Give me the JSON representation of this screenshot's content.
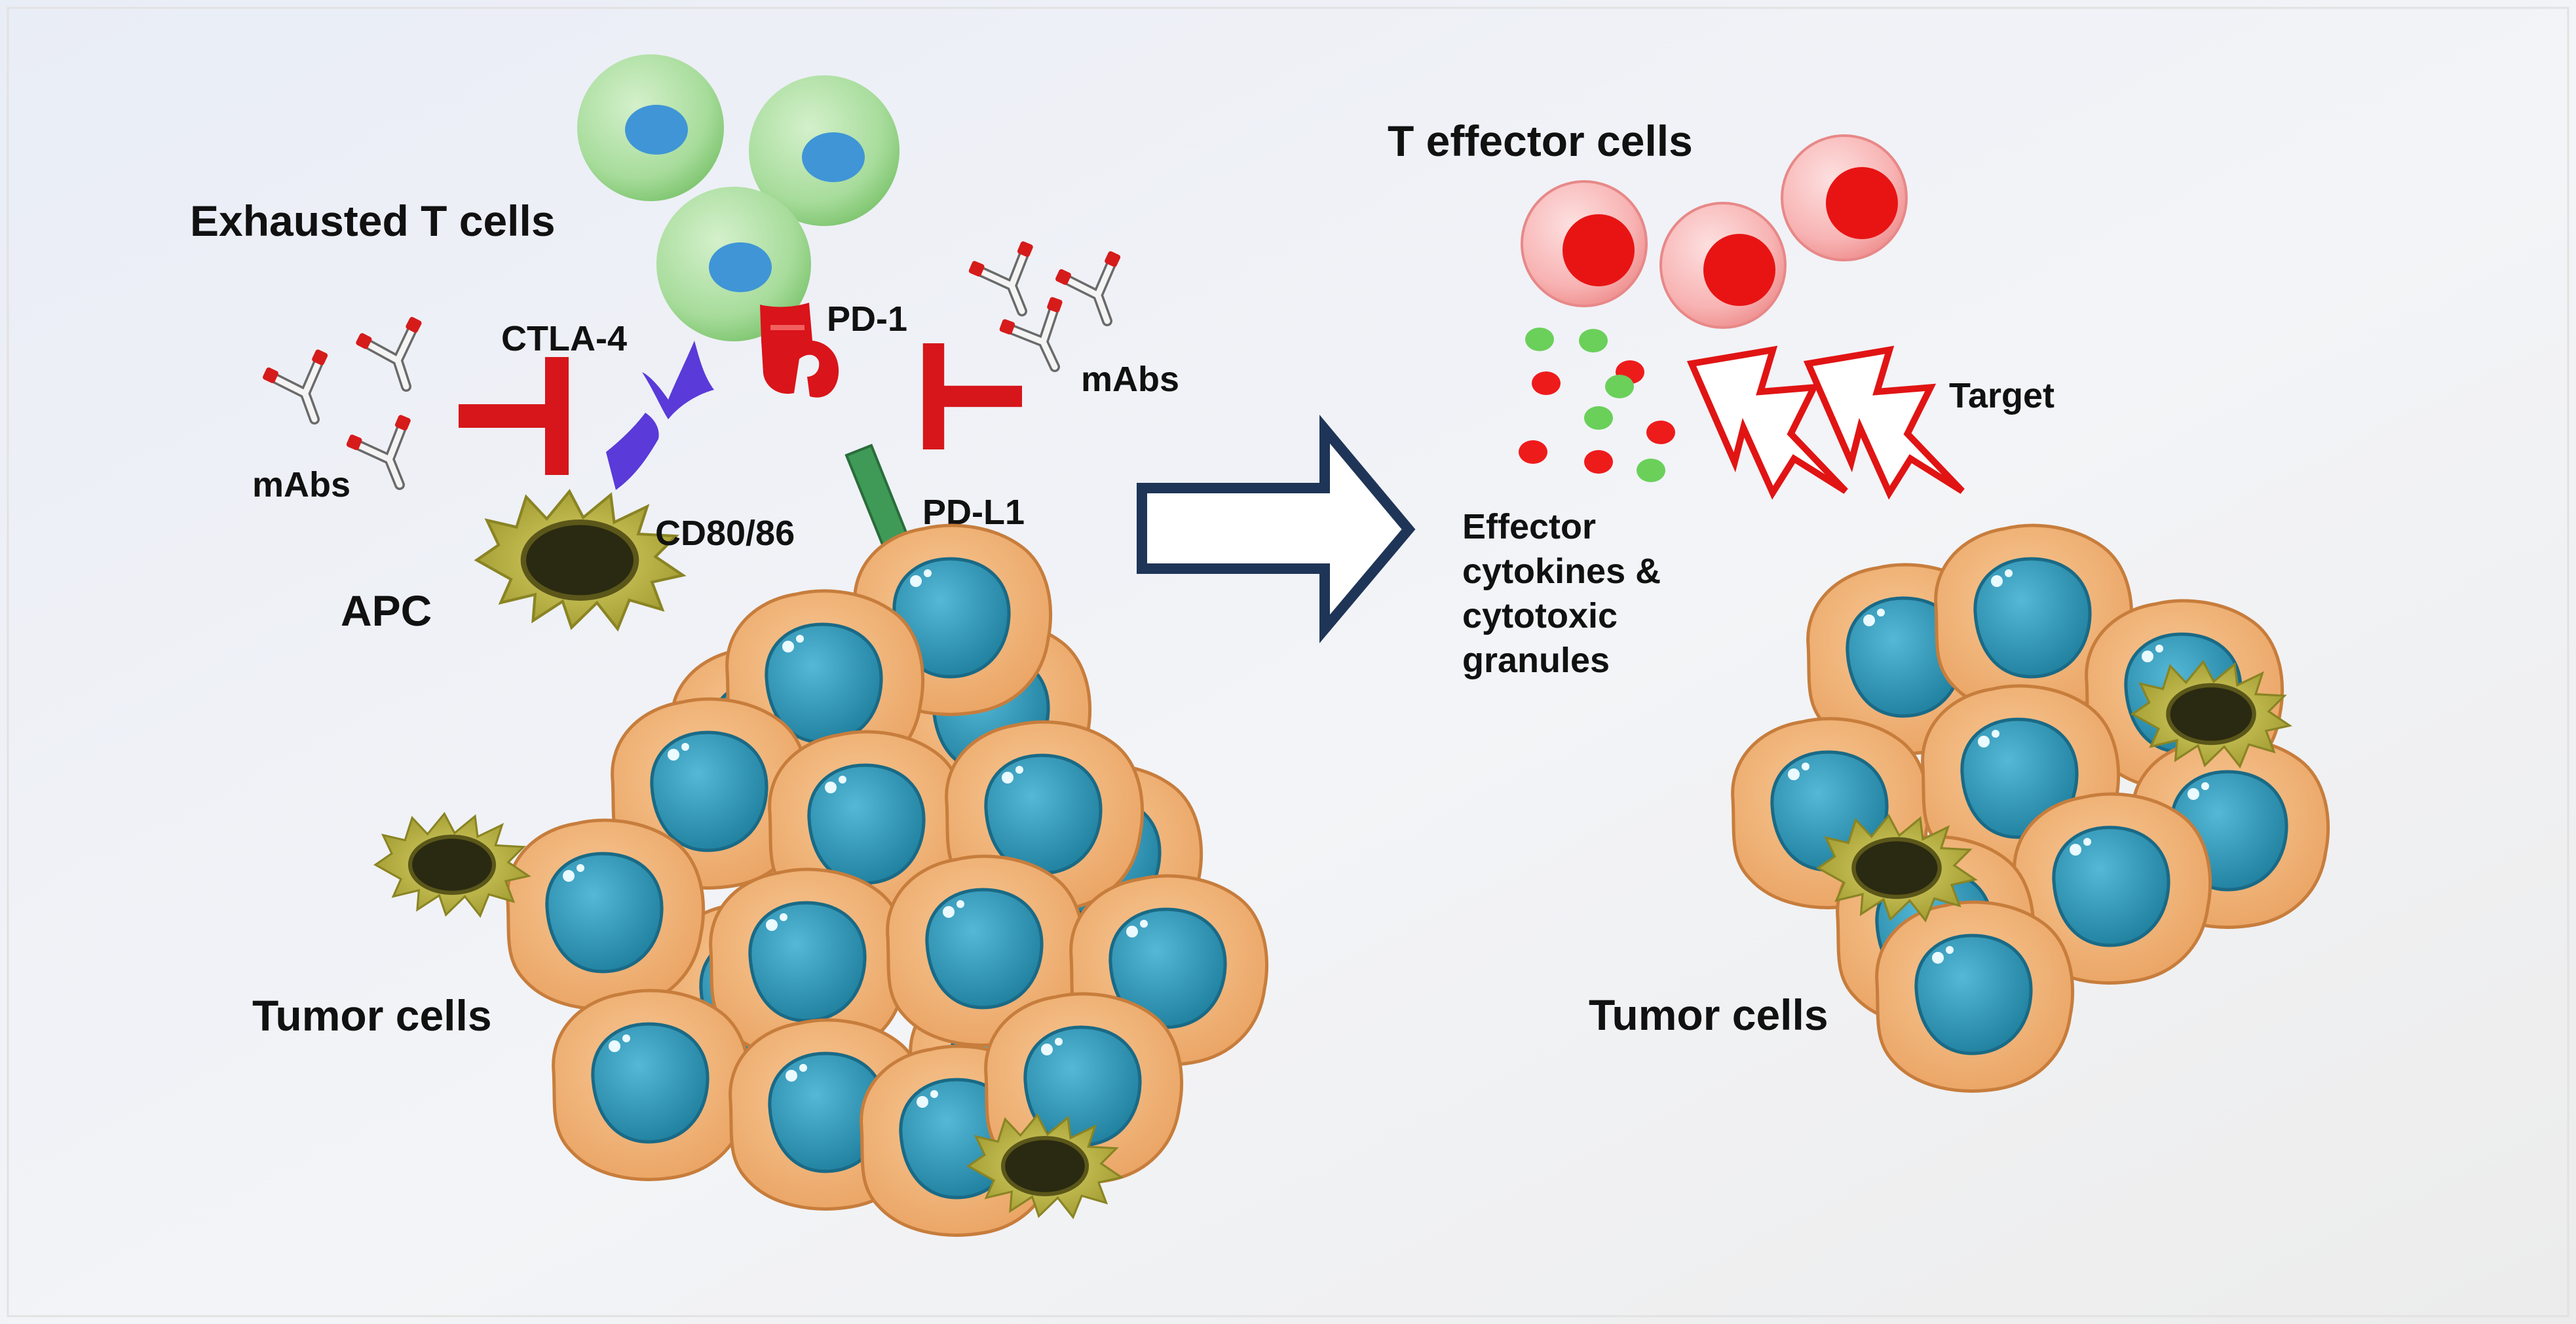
{
  "labels": {
    "exhausted_t_cells": "Exhausted T cells",
    "ctla4": "CTLA-4",
    "pd1": "PD-1",
    "mabs_left": "mAbs",
    "mabs_right": "mAbs",
    "cd80_86": "CD80/86",
    "pdl1": "PD-L1",
    "apc": "APC",
    "tumor_cells_left": "Tumor cells",
    "t_effector_cells": "T effector cells",
    "target": "Target",
    "effector_line1": "Effector",
    "effector_line2": "cytokines &",
    "effector_line3": "cytotoxic",
    "effector_line4": "granules",
    "tumor_cells_right": "Tumor cells"
  },
  "colors": {
    "background_top": "#eef1f7",
    "background_bottom": "#f2f2f2",
    "exhausted_t_cell": "#a7dc9b",
    "exhausted_t_nucleus": "#3f95d6",
    "effector_t_cell": "#f7a8a8",
    "effector_t_nucleus": "#e81414",
    "inhibitor_bar": "#d6161b",
    "ctla4_receptor": "#5a3ad8",
    "pd1_receptor": "#d9141a",
    "pdl1_ligand": "#3f9a57",
    "apc_body": "#b9b13e",
    "apc_nucleus": "#2a2a12",
    "tumor_cell": "#f2b37a",
    "tumor_nucleus": "#2b8fb1",
    "arrow_outline": "#1f3557",
    "lightning_outline": "#e11414",
    "granule_green": "#6ad05a",
    "granule_red": "#ee1b1b"
  }
}
